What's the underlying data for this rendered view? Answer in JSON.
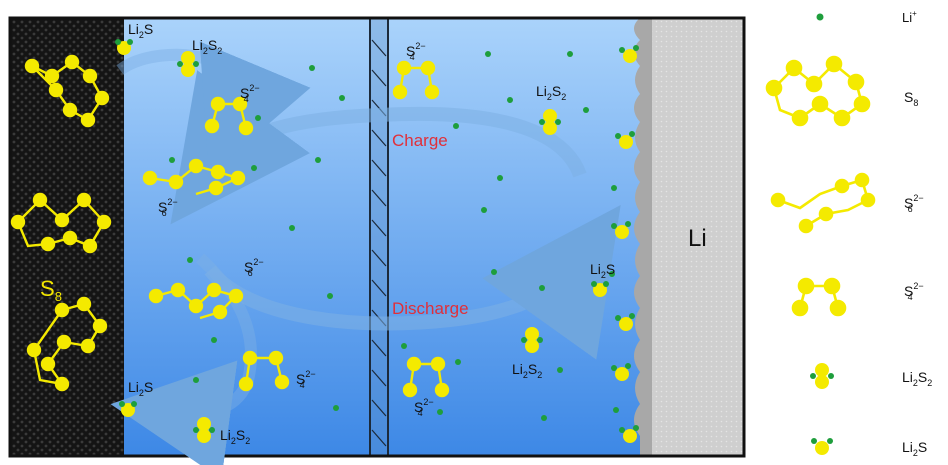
{
  "cell": {
    "cathode_label": "S",
    "cathode_label_sub": "8",
    "anode_label": "Li",
    "charge_label": "Charge",
    "discharge_label": "Discharge"
  },
  "species_labels": {
    "li2s_a": {
      "b": "Li",
      "s": "2",
      "b2": "S"
    },
    "li2s2_a": {
      "b": "Li",
      "s": "2",
      "b2": "S",
      "s2": "2"
    },
    "s4_a": {
      "b": "S",
      "s": "4",
      "sup": "2−"
    },
    "s6_a": {
      "b": "S",
      "s": "6",
      "sup": "2−"
    },
    "s6_b": {
      "b": "S",
      "s": "6",
      "sup": "2−"
    },
    "s4_b": {
      "b": "S",
      "s": "4",
      "sup": "2−"
    },
    "li2s_b": {
      "b": "Li",
      "s": "2",
      "b2": "S"
    },
    "li2s2_b": {
      "b": "Li",
      "s": "2",
      "b2": "S",
      "s2": "2"
    },
    "s4_c": {
      "b": "S",
      "s": "4",
      "sup": "2−"
    },
    "li2s2_c": {
      "b": "Li",
      "s": "2",
      "b2": "S",
      "s2": "2"
    },
    "li2s_c": {
      "b": "Li",
      "s": "2",
      "b2": "S"
    },
    "li2s2_d": {
      "b": "Li",
      "s": "2",
      "b2": "S",
      "s2": "2"
    },
    "s4_d": {
      "b": "S",
      "s": "4",
      "sup": "2−"
    }
  },
  "legend": [
    {
      "b": "Li",
      "sup": "+"
    },
    {
      "b": "S",
      "s": "8"
    },
    {
      "b": "S",
      "s": "6",
      "sup": "2−"
    },
    {
      "b": "S",
      "s": "4",
      "sup": "2−"
    },
    {
      "b": "Li",
      "s": "2",
      "b2": "S",
      "s2": "2"
    },
    {
      "b": "Li",
      "s": "2",
      "b2": "S"
    }
  ],
  "colors": {
    "sulfur": "#f4ea00",
    "lithium": "#1e9e3c",
    "electrolyte_top": "#a9d2fb",
    "electrolyte_bottom": "#3f8ce8",
    "cathode": "#151515",
    "anode": "#cfcfcf",
    "reaction_text": "#e0303a"
  }
}
